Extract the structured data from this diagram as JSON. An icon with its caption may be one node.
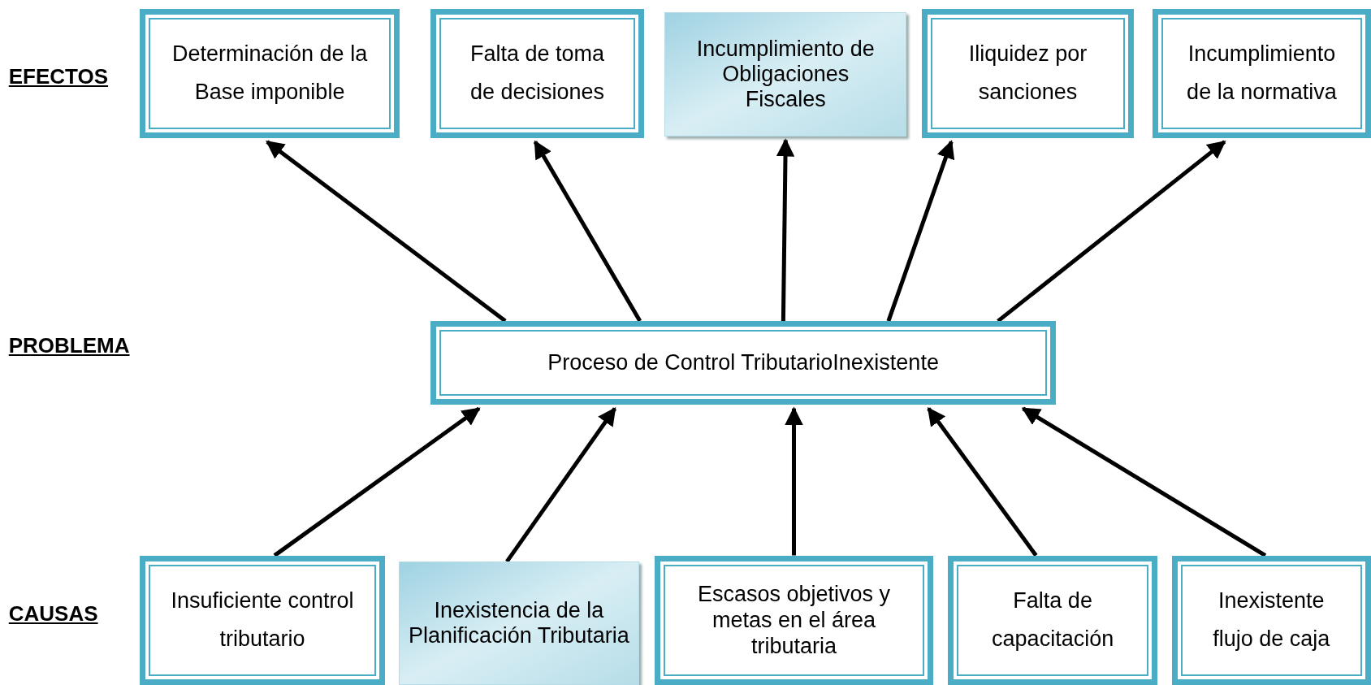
{
  "diagram": {
    "nodes": [
      {
        "text": [
          "Determinación de la Base imponible"
        ]
      },
      {
        "text": [
          "Falta de toma de decisiones"
        ]
      },
      {
        "text": [
          "Incumplimiento de Obligaciones Fiscales"
        ]
      },
      {
        "text": [
          "Iliquidez por sanciones"
        ]
      },
      {
        "text": [
          "Incumplimiento de la normativa"
        ]
      },
      {
        "text": [
          "Proceso de Control TributarioInexistente"
        ]
      },
      {
        "text": [
          "Insuficiente control tributario"
        ]
      },
      {
        "text": [
          "Inexistencia de la Planificación Tributaria"
        ]
      },
      {
        "text": [
          "Escasos objetivos y metas en el área tributaria"
        ]
      },
      {
        "text": [
          "Falta de capacitación"
        ]
      },
      {
        "text": [
          "Inexistente flujo de caja"
        ]
      }
    ],
    "edges": [
      {
        "from": 5,
        "to": 0,
        "arrow": "to"
      },
      {
        "from": 5,
        "to": 1,
        "arrow": "to"
      },
      {
        "from": 5,
        "to": 2,
        "arrow": "to"
      },
      {
        "from": 5,
        "to": 3,
        "arrow": "to"
      },
      {
        "from": 5,
        "to": 4,
        "arrow": "to"
      },
      {
        "from": 6,
        "to": 5,
        "arrow": "to"
      },
      {
        "from": 7,
        "to": 5,
        "arrow": "to"
      },
      {
        "from": 8,
        "to": 5,
        "arrow": "to"
      },
      {
        "from": 9,
        "to": 5,
        "arrow": "to"
      },
      {
        "from": 10,
        "to": 5,
        "arrow": "to"
      }
    ],
    "labels": [
      "EFECTOS",
      "PROBLEMA",
      "CAUSAS"
    ]
  }
}
